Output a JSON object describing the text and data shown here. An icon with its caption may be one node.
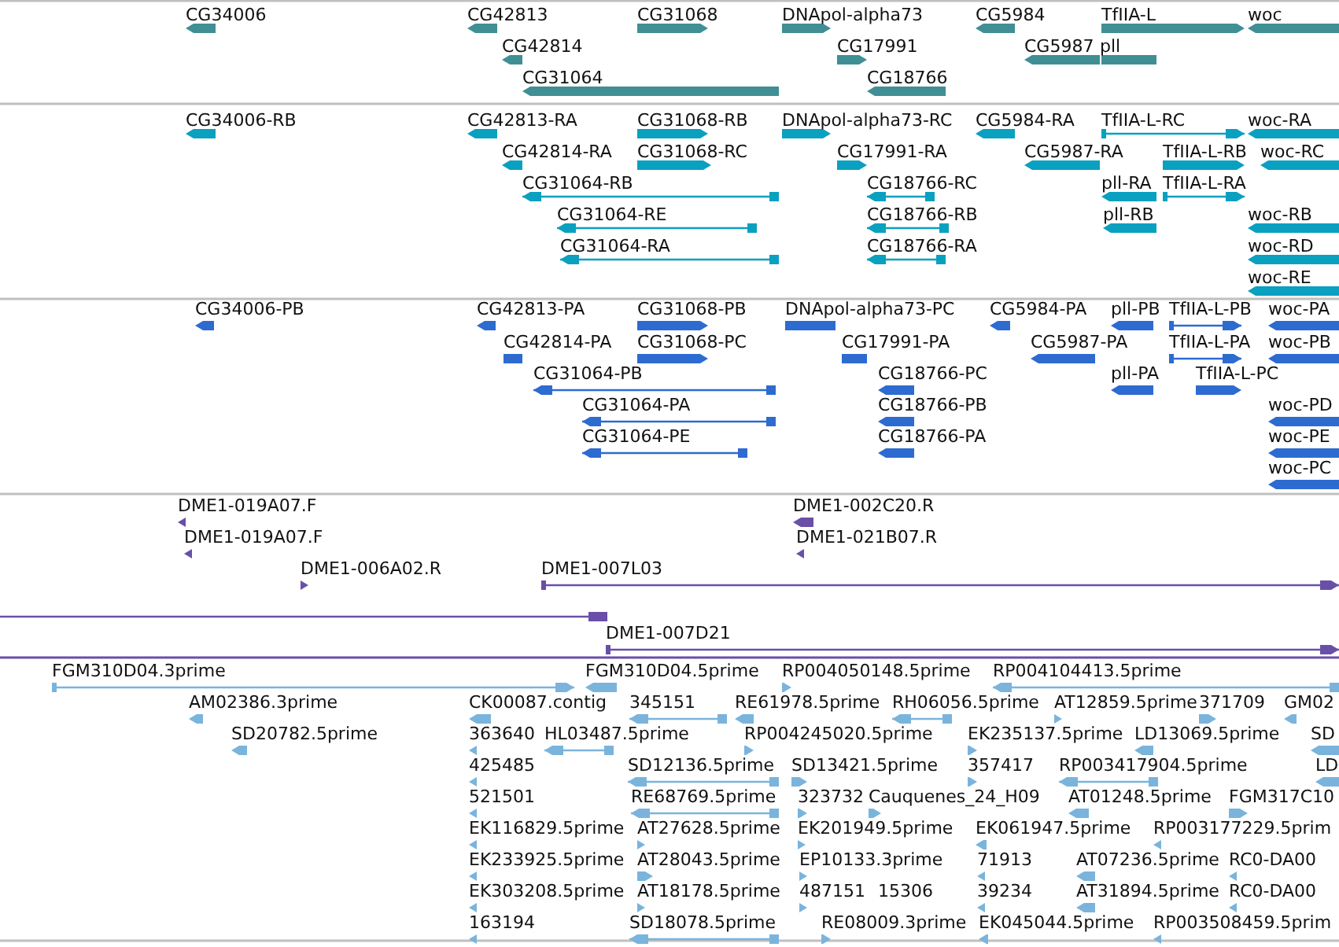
{
  "diagram": {
    "labels": [
      "CG34006",
      "CG42813",
      "CG31068",
      "DNApol-alpha73",
      "CG5984",
      "TfIIA-L",
      "woc",
      "CG42814",
      "CG17991",
      "CG5987",
      "pll",
      "CG31064",
      "CG18766",
      "CG34006-RB",
      "CG42813-RA",
      "CG31068-RB",
      "DNApol-alpha73-RC",
      "CG5984-RA",
      "TfIIA-L-RC",
      "woc-RA",
      "CG42814-RA",
      "CG31068-RC",
      "CG17991-RA",
      "CG5987-RA",
      "TfIIA-L-RB",
      "woc-RC",
      "CG31064-RB",
      "CG18766-RC",
      "pll-RA",
      "TfIIA-L-RA",
      "CG31064-RE",
      "CG18766-RB",
      "pll-RB",
      "woc-RB",
      "CG31064-RA",
      "CG18766-RA",
      "woc-RD",
      "woc-RE",
      "CG34006-PB",
      "CG42813-PA",
      "CG31068-PB",
      "DNApol-alpha73-PC",
      "CG5984-PA",
      "pll-PB",
      "TfIIA-L-PB",
      "woc-PA",
      "CG42814-PA",
      "CG31068-PC",
      "CG17991-PA",
      "CG5987-PA",
      "TfIIA-L-PA",
      "woc-PB",
      "CG31064-PB",
      "CG18766-PC",
      "pll-PA",
      "TfIIA-L-PC",
      "CG31064-PA",
      "CG18766-PB",
      "woc-PD",
      "CG31064-PE",
      "CG18766-PA",
      "woc-PE",
      "woc-PC",
      "DME1-019A07.F",
      "DME1-002C20.R",
      "DME1-019A07.F",
      "DME1-021B07.R",
      "DME1-006A02.R",
      "DME1-007L03",
      "DME1-007D21",
      "FGM310D04.3prime",
      "FGM310D04.5prime",
      "RP004050148.5prime",
      "RP004104413.5prime",
      "AM02386.3prime",
      "CK00087.contig",
      "345151",
      "RE61978.5prime",
      "RH06056.5prime",
      "AT12859.5prime",
      "371709",
      "GM02",
      "SD20782.5prime",
      "363640",
      "HL03487.5prime",
      "RP004245020.5prime",
      "EK235137.5prime",
      "LD13069.5prime",
      "SD",
      "425485",
      "SD12136.5prime",
      "SD13421.5prime",
      "357417",
      "RP003417904.5prime",
      "LD",
      "521501",
      "RE68769.5prime",
      "323732",
      "Cauquenes_24_H09",
      "AT01248.5prime",
      "FGM317C10",
      "EK116829.5prime",
      "AT27628.5prime",
      "EK201949.5prime",
      "EK061947.5prime",
      "RP003177229.5prim",
      "EK233925.5prime",
      "AT28043.5prime",
      "EP10133.3prime",
      "71913",
      "AT07236.5prime",
      "RC0-DA00",
      "EK303208.5prime",
      "AT18178.5prime",
      "487151",
      "15306",
      "39234",
      "AT31894.5prime",
      "RC0-DA00",
      "163194",
      "SD18078.5prime",
      "RE08009.3prime",
      "EK045044.5prime",
      "RP003508459.5prim"
    ]
  }
}
